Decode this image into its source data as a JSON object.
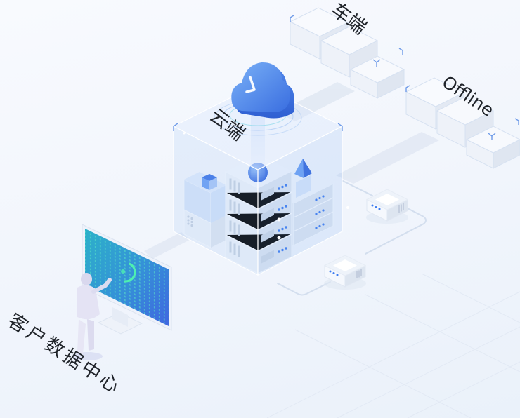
{
  "diagram": {
    "labels": {
      "vehicle_side": "车端",
      "offline": "Offline",
      "cloud_side": "云端",
      "customer_data_center": "客户数据中心"
    },
    "nodes": [
      {
        "id": "cloud",
        "label_key": "cloud_side",
        "icon": "cloud-clock-icon"
      },
      {
        "id": "vehicle",
        "label_key": "vehicle_side",
        "icon": "glass-box-cluster-icon"
      },
      {
        "id": "offline",
        "label_key": "offline",
        "icon": "glass-box-cluster-icon"
      },
      {
        "id": "customer_dc",
        "label_key": "customer_data_center",
        "icon": "monitor-person-icon"
      },
      {
        "id": "edge_node_1",
        "icon": "edge-server-icon"
      },
      {
        "id": "edge_node_2",
        "icon": "edge-server-icon"
      }
    ]
  },
  "colors": {
    "background": "#f2f6fc",
    "accent_blue": "#3b6fe0",
    "cloud_light": "#6aa6f5",
    "screen_teal": "#2aa9c7",
    "screen_dots": "#5ef0c4",
    "label_text": "#1f2329"
  }
}
